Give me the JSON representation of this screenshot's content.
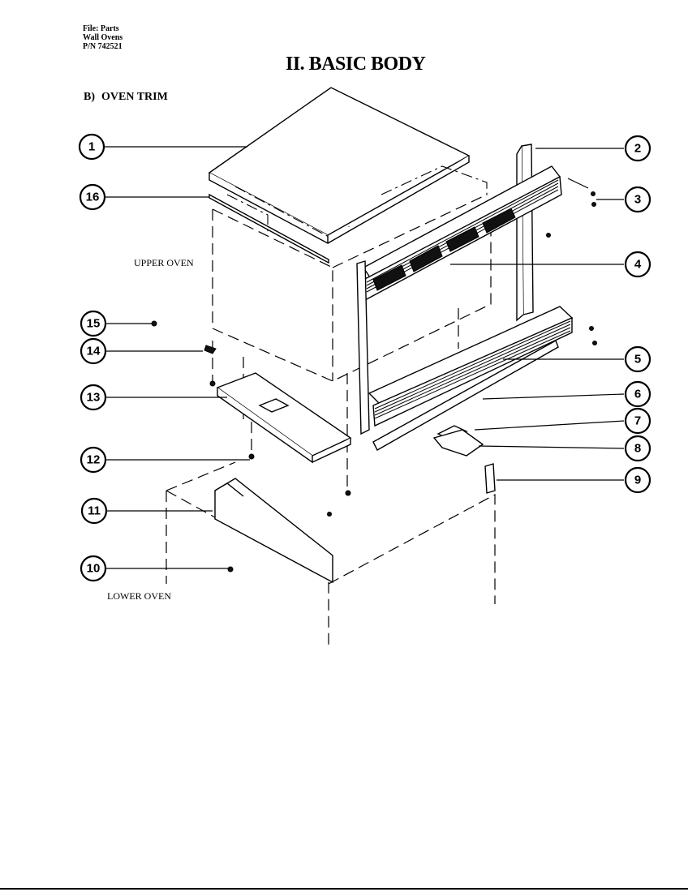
{
  "header": {
    "line1": "File: Parts",
    "line2": "Wall Ovens",
    "line3": "P/N 742521"
  },
  "title": "II. BASIC BODY",
  "subtitle": {
    "prefix": "B)",
    "text": "OVEN TRIM"
  },
  "labels": {
    "upper_oven": "UPPER OVEN",
    "lower_oven": "LOWER OVEN"
  },
  "callouts": [
    "1",
    "2",
    "3",
    "4",
    "5",
    "6",
    "7",
    "8",
    "9",
    "10",
    "11",
    "12",
    "13",
    "14",
    "15",
    "16"
  ]
}
